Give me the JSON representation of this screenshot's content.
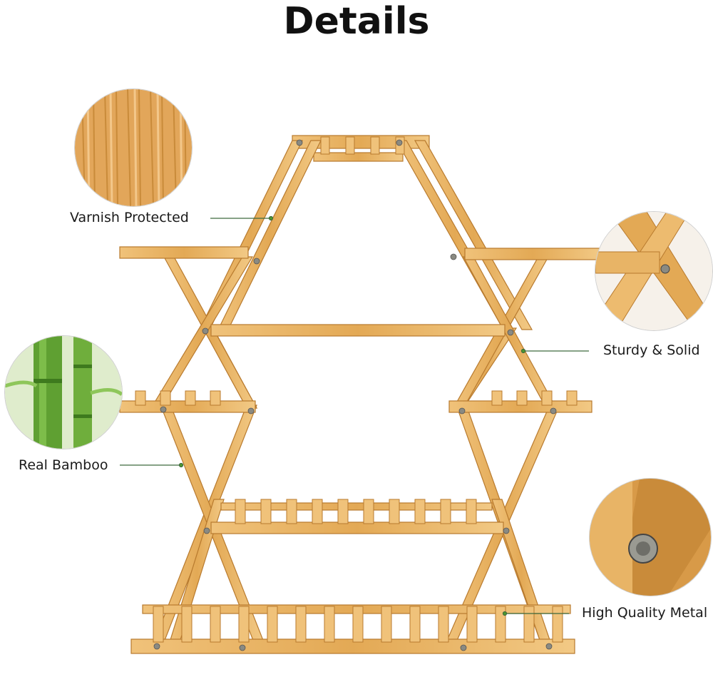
{
  "header": {
    "title": "Details"
  },
  "callouts": {
    "varnish": "Varnish Protected",
    "sturdy": "Sturdy & Solid",
    "bamboo": "Real Bamboo",
    "metal": "High Quality Metal"
  },
  "colors": {
    "wood": "#e8b466",
    "wood_dark": "#c98b3a",
    "line": "#3d6a3d",
    "green": "#4e9a2e"
  }
}
